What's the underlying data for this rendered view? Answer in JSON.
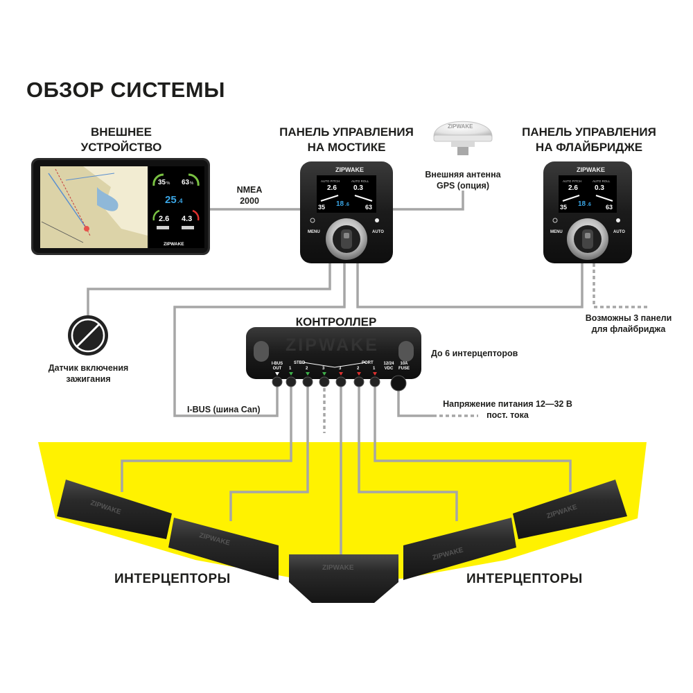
{
  "title": "ОБЗОР СИСТЕМЫ",
  "external_device": {
    "label": "ВНЕШНЕЕ\nУСТРОЙСТВО",
    "screen": {
      "gauge_left": "35",
      "gauge_right": "63",
      "speed": "25",
      "speed_decimal": ".4",
      "trim_left": "2.6",
      "trim_right": "4.3",
      "brand": "ZIPWAKE"
    }
  },
  "bridge_panel": {
    "label": "ПАНЕЛЬ УПРАВЛЕНИЯ\nНА МОСТИКЕ",
    "brand": "ZIPWAKE",
    "screen": {
      "mode_left": "AUTO PITCH",
      "mode_right": "AUTO ROLL",
      "value_left": "2.6",
      "value_right": "0.3",
      "gauge_left": "35",
      "gauge_right": "63",
      "speed": "18",
      "speed_decimal": ".6"
    },
    "button_left": "MENU",
    "button_right": "AUTO"
  },
  "flybridge_panel": {
    "label": "ПАНЕЛЬ УПРАВЛЕНИЯ\nНА ФЛАЙБРИДЖЕ",
    "brand": "ZIPWAKE",
    "screen": {
      "mode_left": "AUTO PITCH",
      "mode_right": "AUTO ROLL",
      "value_left": "2.6",
      "value_right": "0.3",
      "gauge_left": "35",
      "gauge_right": "63",
      "speed": "18",
      "speed_decimal": ".6"
    },
    "button_left": "MENU",
    "button_right": "AUTO"
  },
  "antenna": {
    "brand": "ZIPWAKE",
    "label": "Внешняя антенна\nGPS (опция)"
  },
  "nmea_label": "NMEA\n2000",
  "ignition_label": "Датчик включения\nзажигания",
  "flybridge_note": "Возможны 3 панели\nдля флайбриджа",
  "controller": {
    "label": "КОНТРОЛЛЕР",
    "brand": "ZIPWAKE",
    "note": "До 6 интерцепторов",
    "ports": {
      "ibus_label": "I-BUS\nOUT",
      "stbd_label": "STBD",
      "port_label": "PORT",
      "stbd_numbers": [
        "1",
        "2",
        "3"
      ],
      "port_numbers": [
        "3",
        "2",
        "1"
      ],
      "power_label": "12/24\nVDC",
      "fuse_label": "10A\nFUSE"
    }
  },
  "ibus_label": "I-BUS (шина Can)",
  "power_note": "Напряжение питания 12—32 В\nпост. тока",
  "interceptors_left": "ИНТЕРЦЕПТОРЫ",
  "interceptors_right": "ИНТЕРЦЕПТОРЫ",
  "interceptor_brand": "ZIPWAKE",
  "colors": {
    "hull_yellow": "#fff200",
    "cable_gray": "#a6a6a6",
    "device_black": "#1a1a1a",
    "screen_blue": "#3aa6e6",
    "screen_green": "#79c142",
    "port_green": "#3fb14b",
    "port_red": "#e0312f"
  }
}
